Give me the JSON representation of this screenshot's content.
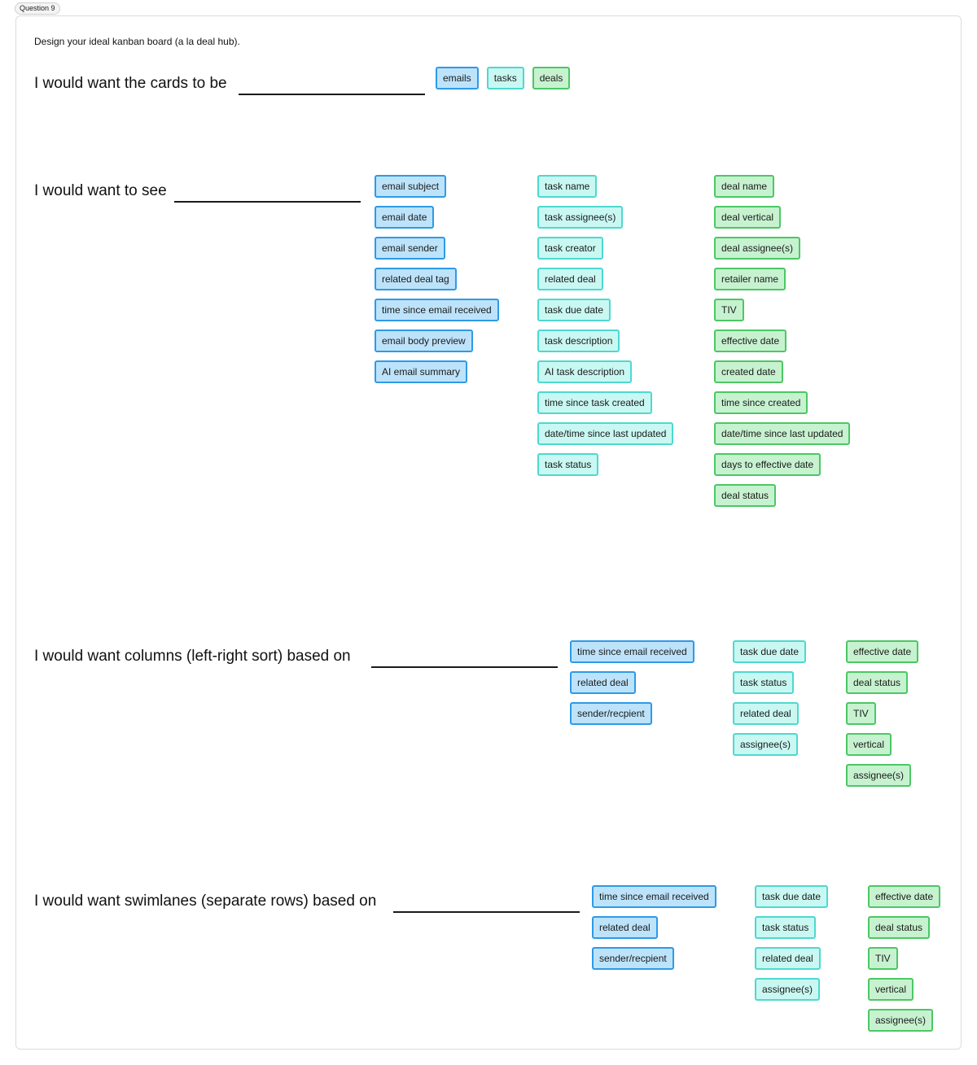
{
  "question_badge": "Question 9",
  "intro": "Design your ideal kanban board (a la deal hub).",
  "sections": {
    "cards": {
      "prompt": "I would want the cards to be",
      "options": [
        "emails",
        "tasks",
        "deals"
      ]
    },
    "see": {
      "prompt": "I would want to see",
      "email": [
        "email subject",
        "email date",
        "email sender",
        "related deal tag",
        "time since email received",
        "email body preview",
        "AI email summary"
      ],
      "task": [
        "task name",
        "task assignee(s)",
        "task creator",
        "related deal",
        "task due date",
        "task description",
        "AI task description",
        "time since task created",
        "date/time since last updated",
        "task status"
      ],
      "deal": [
        "deal name",
        "deal vertical",
        "deal assignee(s)",
        "retailer name",
        "TIV",
        "effective date",
        "created date",
        "time since created",
        "date/time since last updated",
        "days to effective date",
        "deal status"
      ]
    },
    "columns": {
      "prompt": "I would want columns (left-right sort) based on",
      "email": [
        "time since email received",
        "related deal",
        "sender/recpient"
      ],
      "task": [
        "task due date",
        "task status",
        "related deal",
        "assignee(s)"
      ],
      "deal": [
        "effective date",
        "deal status",
        "TIV",
        "vertical",
        "assignee(s)"
      ]
    },
    "swimlanes": {
      "prompt": "I would want swimlanes (separate rows) based on",
      "email": [
        "time since email received",
        "related deal",
        "sender/recpient"
      ],
      "task": [
        "task due date",
        "task status",
        "related deal",
        "assignee(s)"
      ],
      "deal": [
        "effective date",
        "deal status",
        "TIV",
        "vertical",
        "assignee(s)"
      ]
    }
  },
  "colors": {
    "email_fill": "#bde3fb",
    "email_border": "#2e9ae6",
    "task_fill": "#c9f8f2",
    "task_border": "#4fd8cf",
    "deal_fill": "#c7f2d0",
    "deal_border": "#4cc765"
  }
}
